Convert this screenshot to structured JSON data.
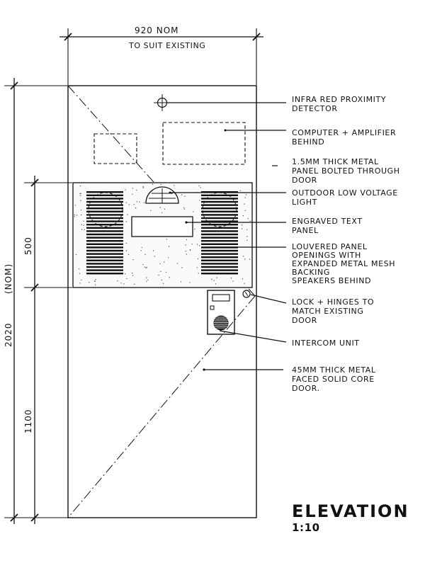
{
  "dimensions": {
    "width_value": "920 NOM",
    "width_note": "TO SUIT EXISTING",
    "height_total": "2020",
    "height_total_note": "(NOM)",
    "height_upper": "500",
    "height_lower": "1100"
  },
  "callouts": [
    {
      "id": "sensor",
      "lines": [
        "INFRA RED PROXIMITY",
        "DETECTOR"
      ]
    },
    {
      "id": "computer",
      "lines": [
        "COMPUTER + AMPLIFIER",
        "BEHIND"
      ]
    },
    {
      "id": "panel",
      "lines": [
        "1.5MM THICK METAL",
        "PANEL BOLTED THROUGH",
        "DOOR"
      ]
    },
    {
      "id": "light",
      "lines": [
        "OUTDOOR LOW VOLTAGE",
        "LIGHT"
      ]
    },
    {
      "id": "text",
      "lines": [
        "ENGRAVED TEXT",
        "PANEL"
      ]
    },
    {
      "id": "louvre",
      "lines": [
        "LOUVERED PANEL",
        "OPENINGS WITH",
        "EXPANDED METAL MESH",
        "BACKING",
        "SPEAKERS BEHIND"
      ]
    },
    {
      "id": "lock",
      "lines": [
        "LOCK + HINGES TO",
        "MATCH EXISTING",
        "DOOR"
      ]
    },
    {
      "id": "intercom",
      "lines": [
        "INTERCOM UNIT"
      ]
    },
    {
      "id": "door",
      "lines": [
        "45MM THICK METAL",
        "FACED SOLID CORE",
        "DOOR."
      ]
    }
  ],
  "title_block": {
    "title": "ELEVATION",
    "scale": "1:10"
  }
}
